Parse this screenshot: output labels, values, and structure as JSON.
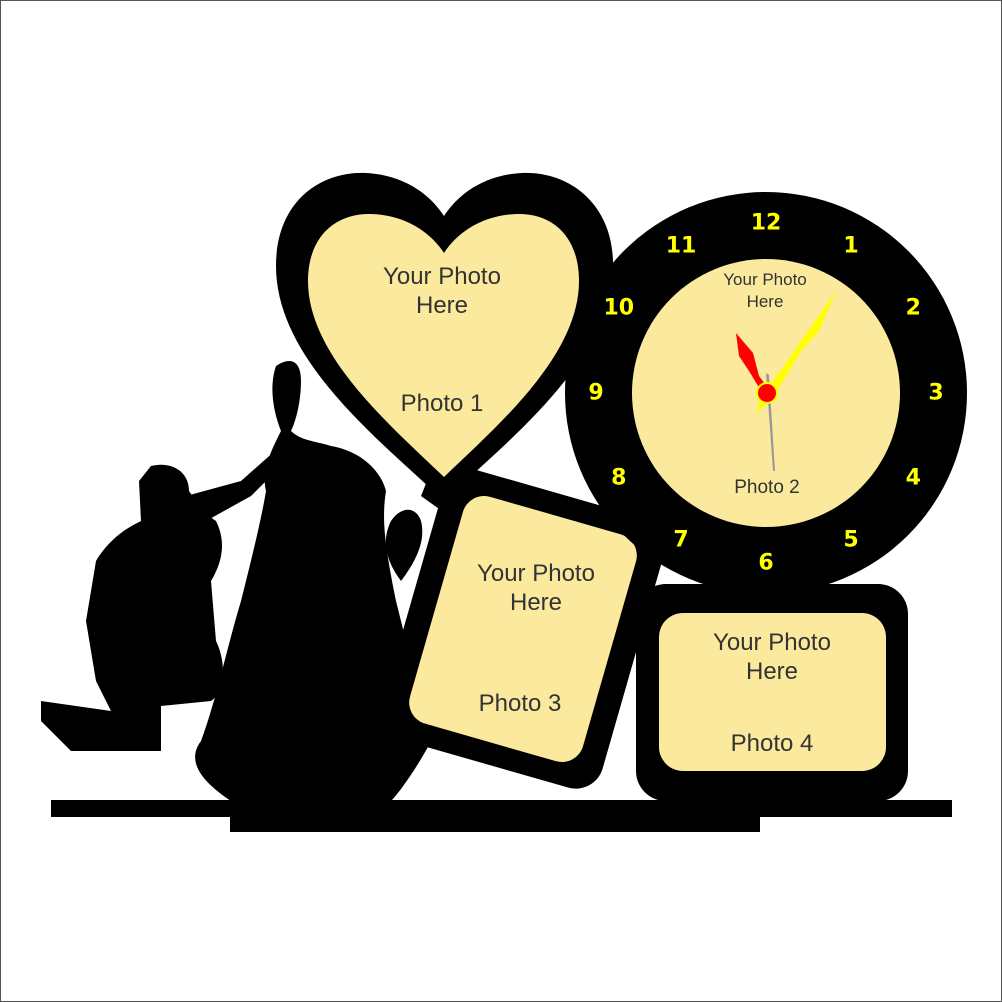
{
  "colors": {
    "frame": "#000000",
    "photo_fill": "#FBEA9E",
    "numerals": "#FFFF00",
    "hour_hand": "#FF0000",
    "minute_hand": "#FFFF00",
    "second_hand": "#999999"
  },
  "photos": [
    {
      "line1": "Your Photo",
      "line2": "Here",
      "name": "Photo 1"
    },
    {
      "line1": "Your Photo",
      "line2": "Here",
      "name": "Photo 2"
    },
    {
      "line1": "Your Photo",
      "line2": "Here",
      "name": "Photo 3"
    },
    {
      "line1": "Your Photo",
      "line2": "Here",
      "name": "Photo 4"
    }
  ],
  "clock": {
    "numerals": [
      "12",
      "1",
      "2",
      "3",
      "4",
      "5",
      "6",
      "7",
      "8",
      "9",
      "10",
      "11"
    ]
  }
}
